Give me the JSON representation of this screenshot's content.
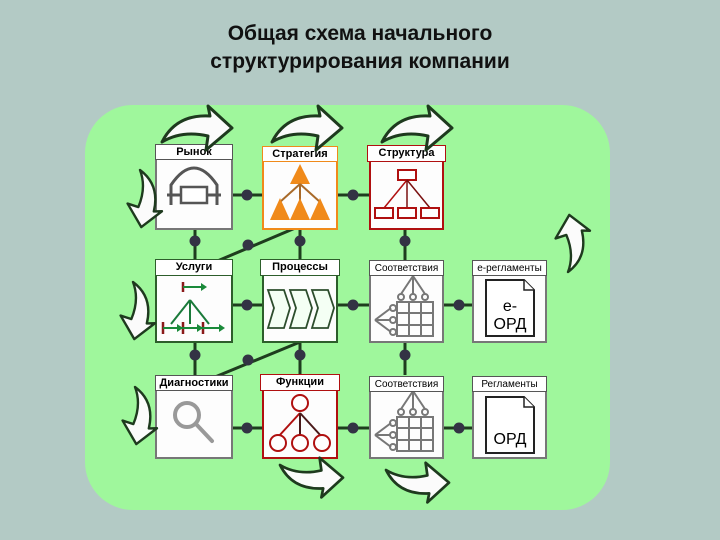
{
  "title": {
    "line1": "Общая схема начального",
    "line2": "структурирования компании"
  },
  "colors": {
    "background": "#b3cac5",
    "panel": "#9ff79c",
    "orange": "#f08a1a",
    "red": "#b01010",
    "connector": "#1e3d1e",
    "dot": "#333344"
  },
  "nodes": [
    {
      "id": "market",
      "label": "Рынок",
      "icon": "market-icon",
      "row": 1,
      "col": 1
    },
    {
      "id": "strategy",
      "label": "Стратегия",
      "icon": "strategy-pyramid-icon",
      "row": 1,
      "col": 2
    },
    {
      "id": "structure",
      "label": "Структура",
      "icon": "org-structure-icon",
      "row": 1,
      "col": 3
    },
    {
      "id": "services",
      "label": "Услуги",
      "icon": "services-flow-icon",
      "row": 2,
      "col": 1
    },
    {
      "id": "processes",
      "label": "Процессы",
      "icon": "process-chevrons-icon",
      "row": 2,
      "col": 2
    },
    {
      "id": "compliance1",
      "label": "Соответствия",
      "icon": "compliance-matrix-icon",
      "row": 2,
      "col": 3
    },
    {
      "id": "e-regulations",
      "label": "е-регламенты",
      "icon": "document-icon",
      "doc_text": "е-\nОРД",
      "row": 2,
      "col": 4
    },
    {
      "id": "diagnostics",
      "label": "Диагностики",
      "icon": "magnifier-icon",
      "row": 3,
      "col": 1
    },
    {
      "id": "functions",
      "label": "Функции",
      "icon": "function-tree-icon",
      "row": 3,
      "col": 2
    },
    {
      "id": "compliance2",
      "label": "Соответствия",
      "icon": "compliance-matrix-icon",
      "row": 3,
      "col": 3
    },
    {
      "id": "regulations",
      "label": "Регламенты",
      "icon": "document-icon",
      "doc_text": "ОРД",
      "row": 3,
      "col": 4
    }
  ],
  "doc": {
    "e_line1": "е-",
    "e_line2": "ОРД",
    "plain": "ОРД"
  },
  "arrows": [
    "top-left-curved-arrow",
    "top-middle-curved-arrow",
    "top-right-curved-arrow",
    "left-upper-curved-arrow",
    "left-middle-curved-arrow",
    "left-lower-curved-arrow",
    "right-curved-arrow",
    "bottom-middle-curved-arrow",
    "bottom-right-curved-arrow"
  ]
}
